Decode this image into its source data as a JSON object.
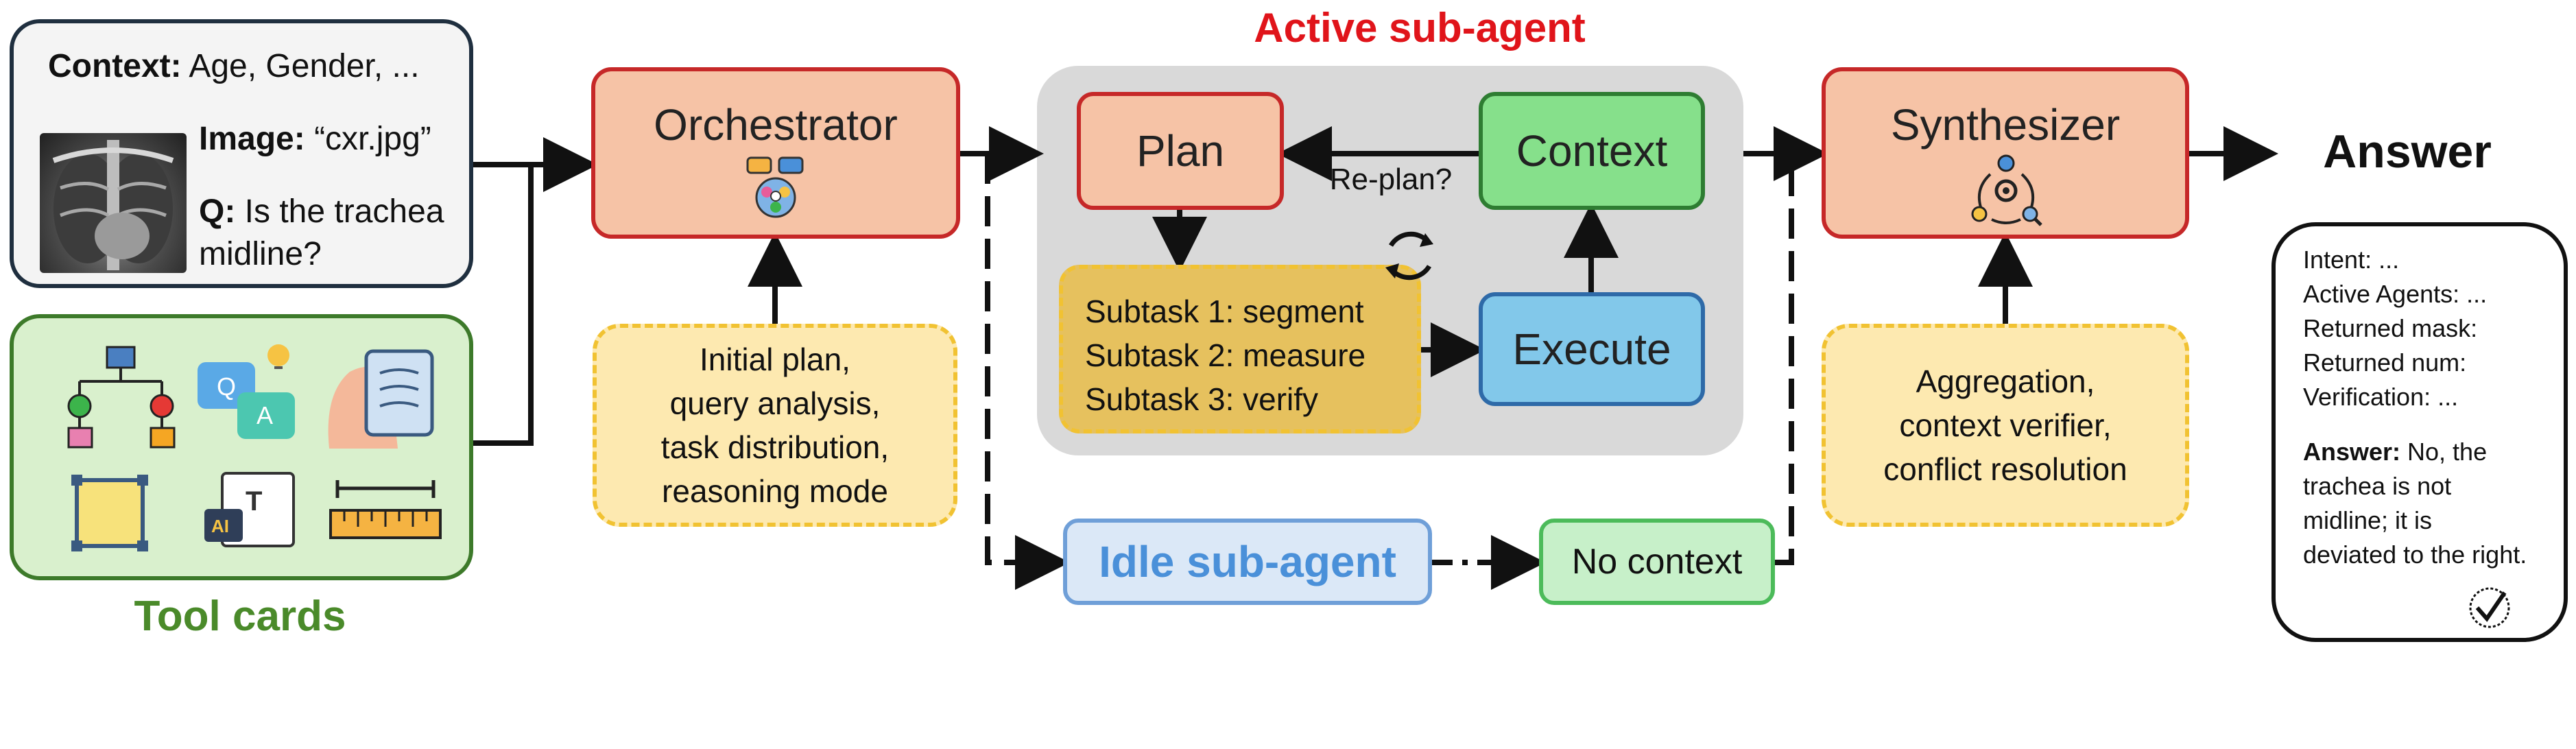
{
  "header": {
    "active_label": "Active sub-agent"
  },
  "query_card": {
    "context_label": "Context:",
    "context_value": "Age, Gender, ...",
    "image_label": "Image:",
    "image_value": "“cxr.jpg”",
    "q_label": "Q:",
    "q_value_line1": "Is the trachea",
    "q_value_line2": "midline?",
    "xray_icon": "chest-xray-image"
  },
  "tool_card": {
    "label": "Tool cards",
    "icons": [
      "flowchart-icon",
      "qa-chat-icon",
      "body-xray-icon",
      "bounding-box-icon",
      "ai-text-icon",
      "ruler-icon"
    ]
  },
  "orchestrator": {
    "title": "Orchestrator",
    "icon": "brain-network-icon",
    "note_lines": [
      "Initial plan,",
      "query analysis,",
      "task distribution,",
      "reasoning mode"
    ]
  },
  "active_agent": {
    "plan": "Plan",
    "context": "Context",
    "execute": "Execute",
    "replan": "Re-plan?",
    "subtasks": [
      "Subtask 1: segment",
      "Subtask 2: measure",
      "Subtask 3: verify"
    ],
    "cycle_icon": "refresh-cycle-icon"
  },
  "idle_agent": {
    "label": "Idle sub-agent",
    "no_context": "No context"
  },
  "synthesizer": {
    "title": "Synthesizer",
    "icon": "synthesis-cycle-icon",
    "note_lines": [
      "Aggregation,",
      "context verifier,",
      "conflict resolution"
    ]
  },
  "answer": {
    "label": "Answer",
    "lines": [
      "Intent: ...",
      "Active Agents: ...",
      "Returned mask:",
      "Returned num:",
      "Verification: ..."
    ],
    "answer_label": "Answer:",
    "answer_lines": [
      " No, the",
      "trachea is not",
      "midline; it is",
      "deviated to the right."
    ],
    "check_icon": "check-badge-icon"
  },
  "colors": {
    "accent_red": "#e0141a",
    "tool_green": "#4a8a2a",
    "idle_blue": "#4a90d9",
    "note_fill": "#fde9b0",
    "active_bg": "#d9d9d9"
  }
}
